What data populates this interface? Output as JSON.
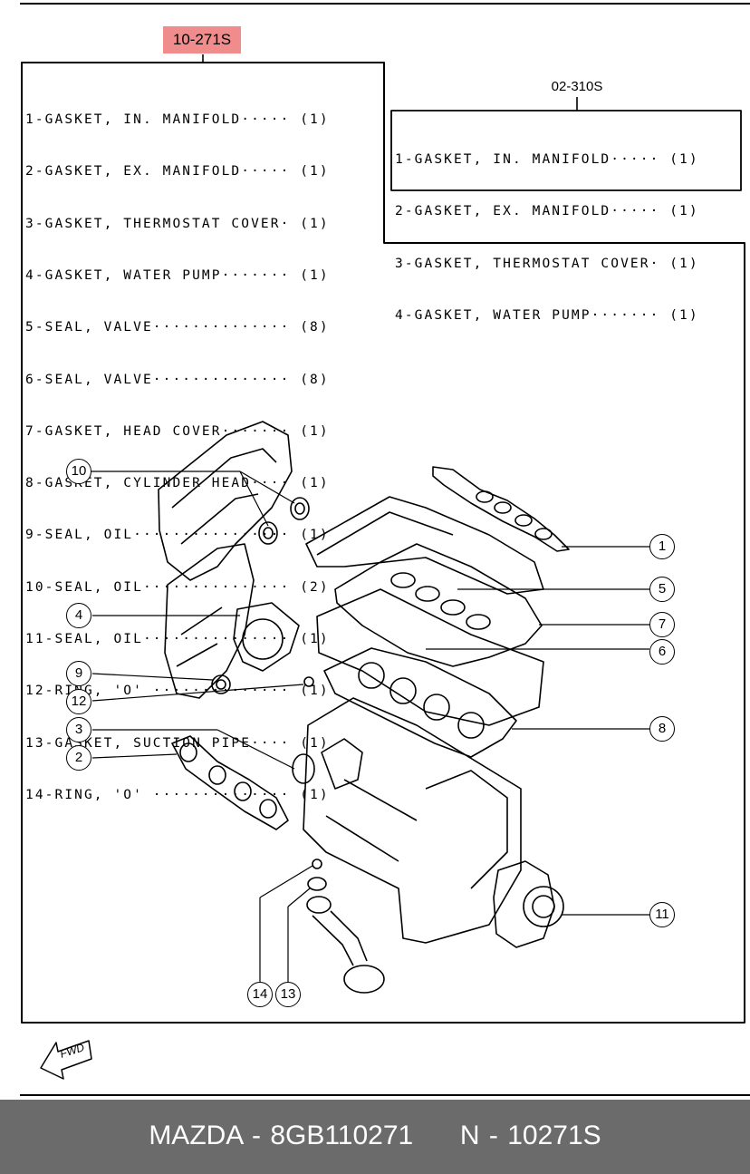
{
  "header": {
    "part_ref": "10-271S",
    "alt_part_ref": "02-310S"
  },
  "main_parts_list": [
    "1-GASKET, IN. MANIFOLD····· (1)",
    "2-GASKET, EX. MANIFOLD····· (1)",
    "3-GASKET, THERMOSTAT COVER· (1)",
    "4-GASKET, WATER PUMP······· (1)",
    "5-SEAL, VALVE·············· (8)",
    "6-SEAL, VALVE·············· (8)",
    "7-GASKET, HEAD COVER······· (1)",
    "8-GASKET, CYLINDER HEAD···· (1)",
    "9-SEAL, OIL················ (1)",
    "10-SEAL, OIL··············· (2)",
    "11-SEAL, OIL··············· (1)",
    "12-RING, 'O' ·············· (1)",
    "13-GASKET, SUCTION PIPE···· (1)",
    "14-RING, 'O' ·············· (1)"
  ],
  "sub_parts_list": [
    "1-GASKET, IN. MANIFOLD····· (1)",
    "2-GASKET, EX. MANIFOLD····· (1)",
    "3-GASKET, THERMOSTAT COVER· (1)",
    "4-GASKET, WATER PUMP······· (1)"
  ],
  "callouts": {
    "c1": "1",
    "c2": "2",
    "c3": "3",
    "c4": "4",
    "c5": "5",
    "c6": "6",
    "c7": "7",
    "c8": "8",
    "c9": "9",
    "c10": "10",
    "c11": "11",
    "c12": "12",
    "c13": "13",
    "c14": "14"
  },
  "direction_label": "FWD",
  "footer": {
    "text": "MAZDA - 8GB110271     N - 10271S"
  },
  "colors": {
    "badge": "#f08c8c",
    "footer_bg": "#6b6b6b"
  }
}
